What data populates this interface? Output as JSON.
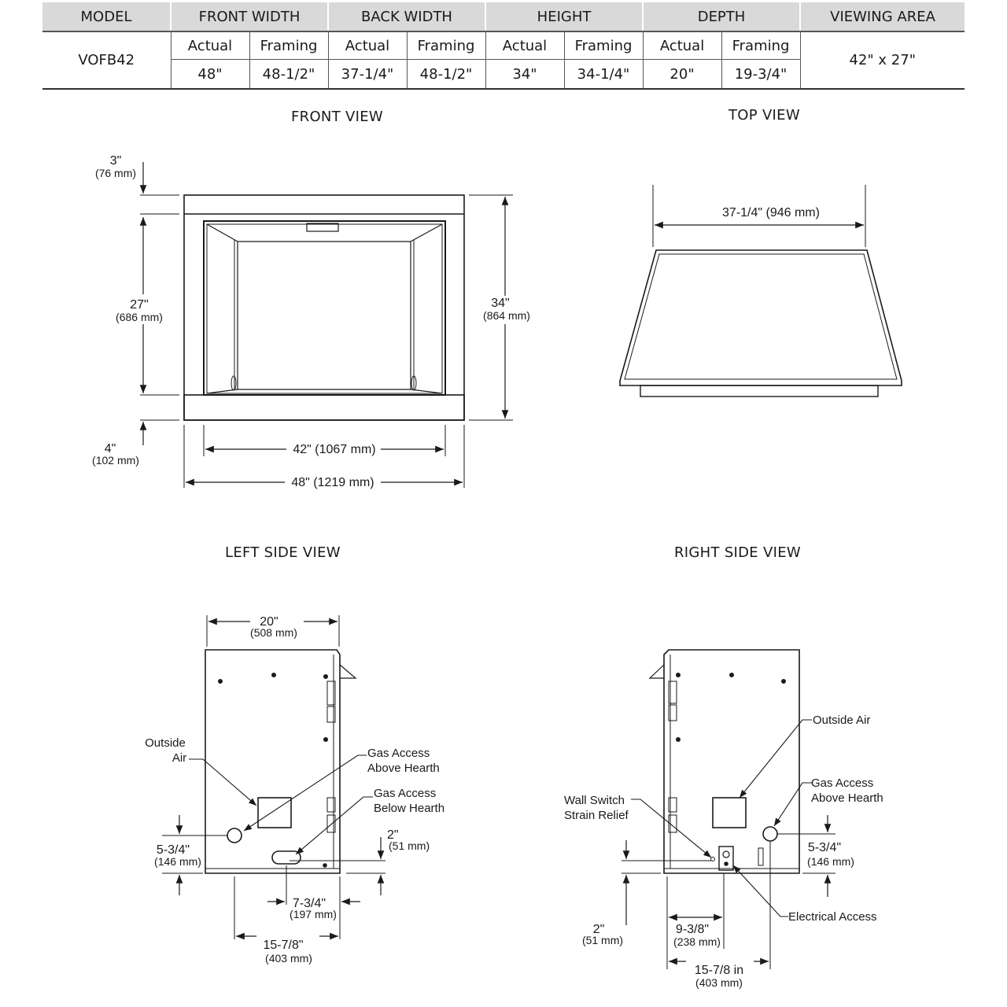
{
  "table": {
    "headers": [
      "MODEL",
      "FRONT WIDTH",
      "BACK WIDTH",
      "HEIGHT",
      "DEPTH",
      "VIEWING AREA"
    ],
    "actual_label": "Actual",
    "framing_label": "Framing",
    "model": "VOFB42",
    "front_width": {
      "actual": "48\"",
      "framing": "48-1/2\""
    },
    "back_width": {
      "actual": "37-1/4\"",
      "framing": "48-1/2\""
    },
    "height": {
      "actual": "34\"",
      "framing": "34-1/4\""
    },
    "depth": {
      "actual": "20\"",
      "framing": "19-3/4\""
    },
    "viewing_area": "42\" x 27\""
  },
  "views": {
    "front": "FRONT VIEW",
    "top": "TOP VIEW",
    "left": "LEFT SIDE VIEW",
    "right": "RIGHT SIDE VIEW"
  },
  "front_dims": {
    "top_gap": "3\"",
    "top_gap_mm": "(76 mm)",
    "opening_height": "27\"",
    "opening_height_mm": "(686 mm)",
    "overall_height": "34\"",
    "overall_height_mm": "(864 mm)",
    "bottom_gap": "4\"",
    "bottom_gap_mm": "(102 mm)",
    "opening_width": "42\" (1067 mm)",
    "overall_width": "48\" (1219 mm)"
  },
  "top_dims": {
    "back_width": "37-1/4\" (946 mm)"
  },
  "left_dims": {
    "depth": "20\"",
    "depth_mm": "(508 mm)",
    "outside_air_1": "Outside",
    "outside_air_2": "Air",
    "gas_above_1": "Gas Access",
    "gas_above_2": "Above Hearth",
    "gas_below_1": "Gas Access",
    "gas_below_2": "Below Hearth",
    "rise": "5-3/4\"",
    "rise_mm": "(146 mm)",
    "gas_height": "2\"",
    "gas_height_mm": "(51 mm)",
    "gas_offset": "7-3/4\"",
    "gas_offset_mm": "(197 mm)",
    "air_offset": "15-7/8\"",
    "air_offset_mm": "(403 mm)"
  },
  "right_dims": {
    "outside_air": "Outside Air",
    "gas_above_1": "Gas Access",
    "gas_above_2": "Above Hearth",
    "wall_switch_1": "Wall Switch",
    "wall_switch_2": "Strain Relief",
    "rise": "5-3/4\"",
    "rise_mm": "(146 mm)",
    "elec_height": "2\"",
    "elec_height_mm": "(51 mm)",
    "elec_offset": "9-3/8\"",
    "elec_offset_mm": "(238 mm)",
    "electrical": "Electrical Access",
    "air_offset": "15-7/8 in",
    "air_offset_mm": "(403 mm)"
  }
}
